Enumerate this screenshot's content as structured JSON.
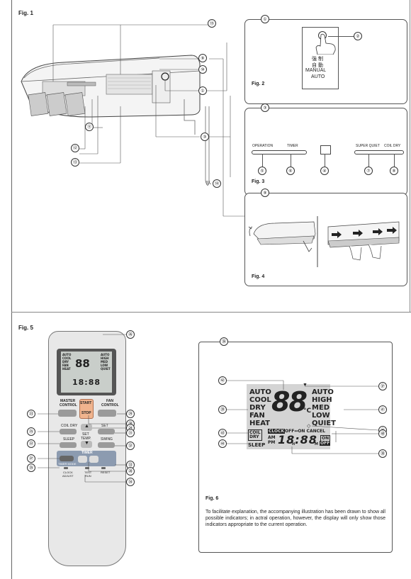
{
  "fig1": {
    "title": "Fig. 1",
    "callouts": [
      "⑮",
      "⑨",
      "⑩",
      "①",
      "③",
      "⑪",
      "⑫",
      "⑬",
      "⑭"
    ]
  },
  "fig2": {
    "title": "Fig. 2",
    "callouts": [
      "①",
      "②"
    ],
    "button_text": [
      "強 制",
      "自 動",
      "MANUAL",
      "AUTO"
    ]
  },
  "fig3": {
    "title": "Fig. 3",
    "header_callout": "③",
    "lamps": {
      "operation": "OPERATION",
      "timer": "TIMER",
      "super_quiet": "SUPER QUIET",
      "coil_dry": "COIL DRY"
    },
    "callouts": [
      "⑤",
      "⑥",
      "④",
      "⑦",
      "⑧"
    ]
  },
  "fig4": {
    "title": "Fig. 4",
    "header_callout": "⑨"
  },
  "fig5": {
    "title": "Fig. 5",
    "callouts": [
      "㉖",
      "㉓",
      "㉙",
      "㉚",
      "㉔",
      "㉕",
      "㉛",
      "㉒",
      "㉜",
      "㉗",
      "㉝",
      "㉟",
      "㉘",
      "㉞"
    ],
    "remote": {
      "lcd_modes": [
        "AUTO",
        "COOL",
        "DRY",
        "FAN",
        "HEAT"
      ],
      "lcd_fans": [
        "AUTO",
        "HIGH",
        "MED",
        "LOW",
        "QUIET"
      ],
      "lcd_temp": "88",
      "master_control": [
        "MASTER",
        "CONTROL"
      ],
      "fan_control": [
        "FAN",
        "CONTROL"
      ],
      "start": "START",
      "stop": "STOP",
      "set_temp": [
        "SET",
        "TEMP."
      ],
      "coil_dry": "COIL DRY",
      "sleep": "SLEEP",
      "set": "SET",
      "swing": "SWING",
      "timer": "TIMER",
      "timer_mode": "TIMER MODE",
      "clock_adjust": [
        "CLOCK",
        "ADJUST"
      ],
      "test_run": [
        "TEST",
        "RUN"
      ],
      "reset": "RESET"
    }
  },
  "fig6": {
    "title": "Fig. 6",
    "callouts": [
      "㊱",
      "㊷",
      "㊲",
      "㊴",
      "㊶",
      "㊺",
      "㊸",
      "㊵",
      "㊹",
      "㊳"
    ],
    "modes": [
      "AUTO",
      "COOL",
      "DRY",
      "FAN",
      "HEAT"
    ],
    "fans": [
      "AUTO",
      "HIGH",
      "MED",
      "LOW",
      "QUIET"
    ],
    "temp": "88",
    "unit": "°C",
    "coil_dry": [
      "COIL",
      "DRY"
    ],
    "sleep": "SLEEP",
    "clock": "CLOCK",
    "off_on_cancel": "OFF↔ON CANCEL",
    "am": "AM",
    "pm": "PM",
    "time": "18:88",
    "h": "H",
    "m": "M",
    "on": "ON",
    "off": "OFF",
    "description": "To facilitate explanation, the accompanying illustration has been drawn to show all possible indicators; in actral operation, however, the display will only show those indicators appropriate to the current operation."
  }
}
